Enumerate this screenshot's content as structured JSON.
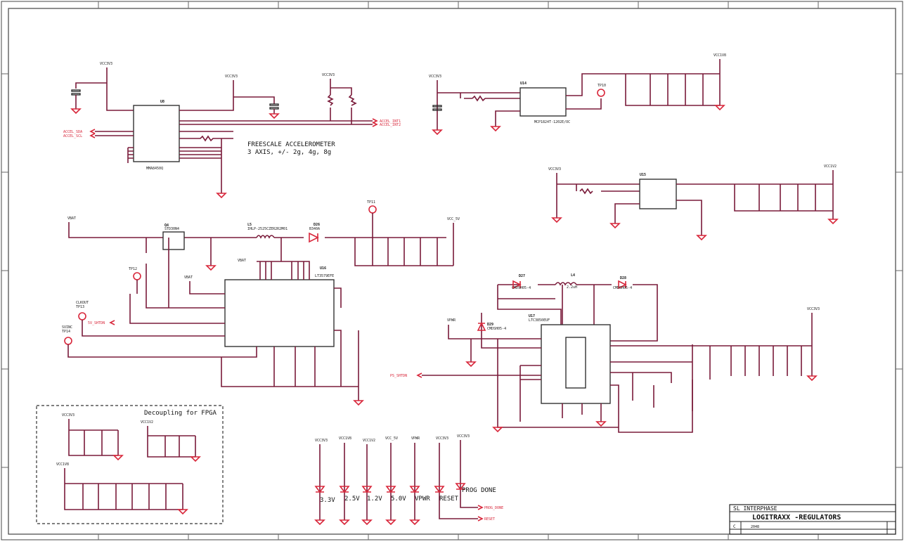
{
  "notes": {
    "accel_title": "FREESCALE ACCELEROMETER",
    "accel_spec": "3 AXIS, +/- 2g, 4g, 8g",
    "decoupling_title": "Decoupling for FPGA"
  },
  "title_block": {
    "company": "SL INTERPHASE",
    "title": "LOGITRAXX -REGULATORS",
    "size": "C",
    "doc": "2048"
  },
  "components": {
    "u8": "U8",
    "u8_part": "MMA8450Q",
    "u14": "U14",
    "u14_part": "MCP1824T-1202E/OC",
    "u15": "U15",
    "u16": "U16",
    "u16_part": "LT3579EFE",
    "u17": "U17",
    "u17_part": "LTC3850EUF",
    "q4": "Q4",
    "q4_part": "STD30N4",
    "l4": "L4",
    "l4_val": "2.2uH",
    "l5": "L5",
    "l5_part": "IHLP-2525CZER2R2M01",
    "d26": "D26",
    "d26_part": "B340A",
    "d27": "D27",
    "d27_part": "CMDSH05-4",
    "d28": "D28",
    "d28_part": "CMDSH05-4",
    "d29": "D29",
    "d29_part": "CMDSH05-4"
  },
  "rails": {
    "vcc3v3": "VCC3V3",
    "vcc1v8": "VCC1V8",
    "vcc1v2": "VCC1V2",
    "vcc5v": "VCC_5V",
    "vpwr": "VPWR",
    "vbat": "VBAT"
  },
  "nets": {
    "accel_sda": "ACCEL_SDA",
    "accel_scl": "ACCEL_SCL",
    "accel_int1": "ACCEL_INT1",
    "accel_int2": "ACCEL_INT2",
    "sw_shtdn": "5V_SHTDN",
    "ps_shtdn": "PS_SHTDN",
    "prog_done": "PROG_DONE",
    "reset": "RESET"
  },
  "test_points": {
    "tp10": "TP10",
    "tp11": "TP11",
    "tp12": "TP12",
    "tp13": "TP13",
    "tp14": "TP14",
    "clkout": "CLKOUT",
    "svinc": "SVINC"
  },
  "leds": {
    "l1": "3.3V",
    "l2": "2.5V",
    "l3": "1.2V",
    "l4": "5.0V",
    "l5": "VPWR",
    "l6": "RESET",
    "l7": "PROG DONE"
  }
}
